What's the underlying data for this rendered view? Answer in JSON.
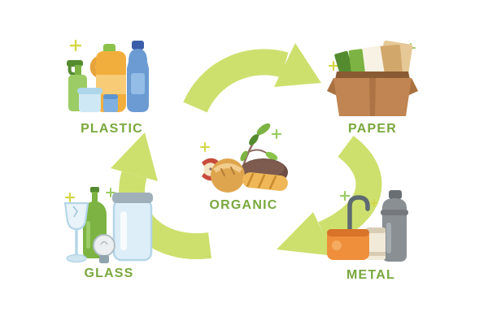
{
  "diagram": {
    "type": "recycling-cycle",
    "background": "#ffffff",
    "arrow_color": "#cde06e",
    "label_color": "#79a83d",
    "sparkle_colors": [
      "#d4d645",
      "#9ccc65"
    ],
    "center_category": "organic",
    "cycle_order": [
      "plastic",
      "paper",
      "metal",
      "glass"
    ],
    "categories": [
      {
        "id": "plastic",
        "label": "PLASTIC",
        "icon": "plastic-bottles-icon"
      },
      {
        "id": "paper",
        "label": "PAPER",
        "icon": "cardboard-box-icon"
      },
      {
        "id": "organic",
        "label": "ORGANIC",
        "icon": "bread-and-plant-icon"
      },
      {
        "id": "glass",
        "label": "GLASS",
        "icon": "glass-jar-bottle-icon"
      },
      {
        "id": "metal",
        "label": "METAL",
        "icon": "pots-and-cans-icon"
      }
    ]
  }
}
